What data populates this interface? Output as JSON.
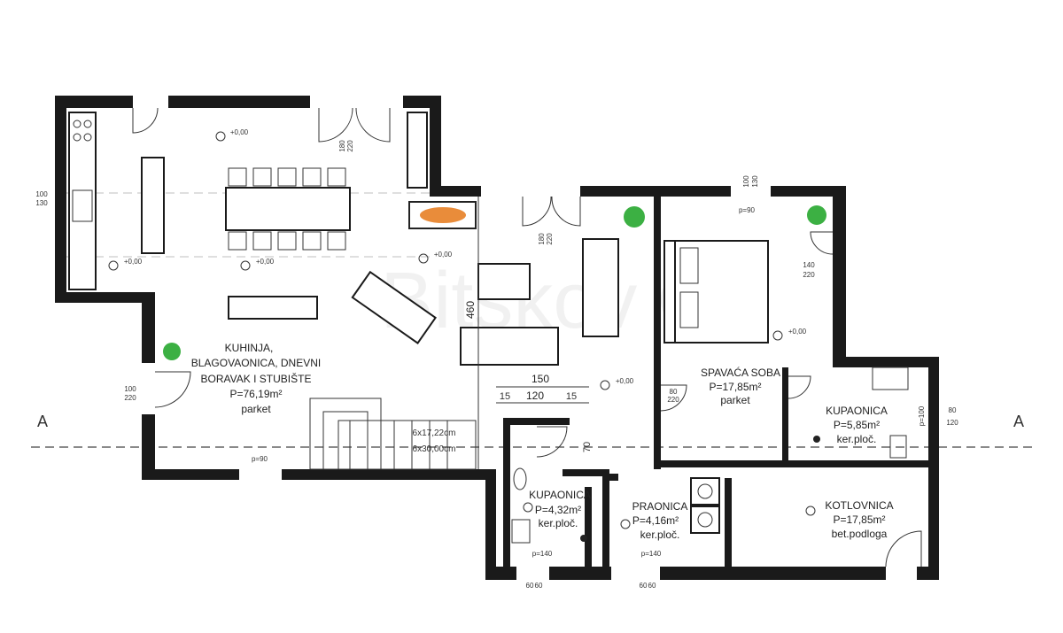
{
  "watermark": "Bitskov ©",
  "section_marker": "A",
  "rooms": {
    "living": {
      "name1": "KUHINJA,",
      "name2": "BLAGOVAONICA, DNEVNI",
      "name3": "BORAVAK I STUBIŠTE",
      "area": "P=76,19m²",
      "floor": "parket"
    },
    "bedroom": {
      "name": "SPAVAĆA SOBA",
      "area": "P=17,85m²",
      "floor": "parket"
    },
    "bath1": {
      "name": "KUPAONICA",
      "area": "P=5,85m²",
      "floor": "ker.ploč."
    },
    "bath2": {
      "name": "KUPAONICA",
      "area": "P=4,32m²",
      "floor": "ker.ploč."
    },
    "laundry": {
      "name": "PRAONICA",
      "area": "P=4,16m²",
      "floor": "ker.ploč."
    },
    "boiler": {
      "name": "KOTLOVNICA",
      "area": "P=17,85m²",
      "floor": "bet.podloga"
    }
  },
  "levels": {
    "l1": "+0,00",
    "l2": "+0,00",
    "l3": "+0,00",
    "l4": "+0,00",
    "l5": "+0,00",
    "l6": "+0,00"
  },
  "stairs": {
    "rise": "6x17,22cm",
    "tread": "6x30,00cm"
  },
  "dimensions": {
    "d150": "150",
    "d120": "120",
    "d15a": "15",
    "d15b": "15",
    "d460": "460",
    "d70": "70",
    "win_left_a": "100",
    "win_left_b": "130",
    "door_left_a": "100",
    "door_left_b": "220",
    "win_right_a": "80",
    "win_right_b": "120",
    "win_top_a": "100",
    "win_top_b": "130",
    "door_bed_a": "80",
    "door_bed_b": "220",
    "door_terr_a": "140",
    "door_terr_b": "220",
    "door_top_a": "180",
    "door_top_b": "220",
    "door_mid_a": "180",
    "door_mid_b": "220",
    "p90a": "p=90",
    "p90b": "p=90",
    "p140a": "p=140",
    "p140b": "p=140",
    "p100": "p=100",
    "w60a": "60",
    "w60b": "60",
    "w60c": "60",
    "w60d": "60"
  }
}
